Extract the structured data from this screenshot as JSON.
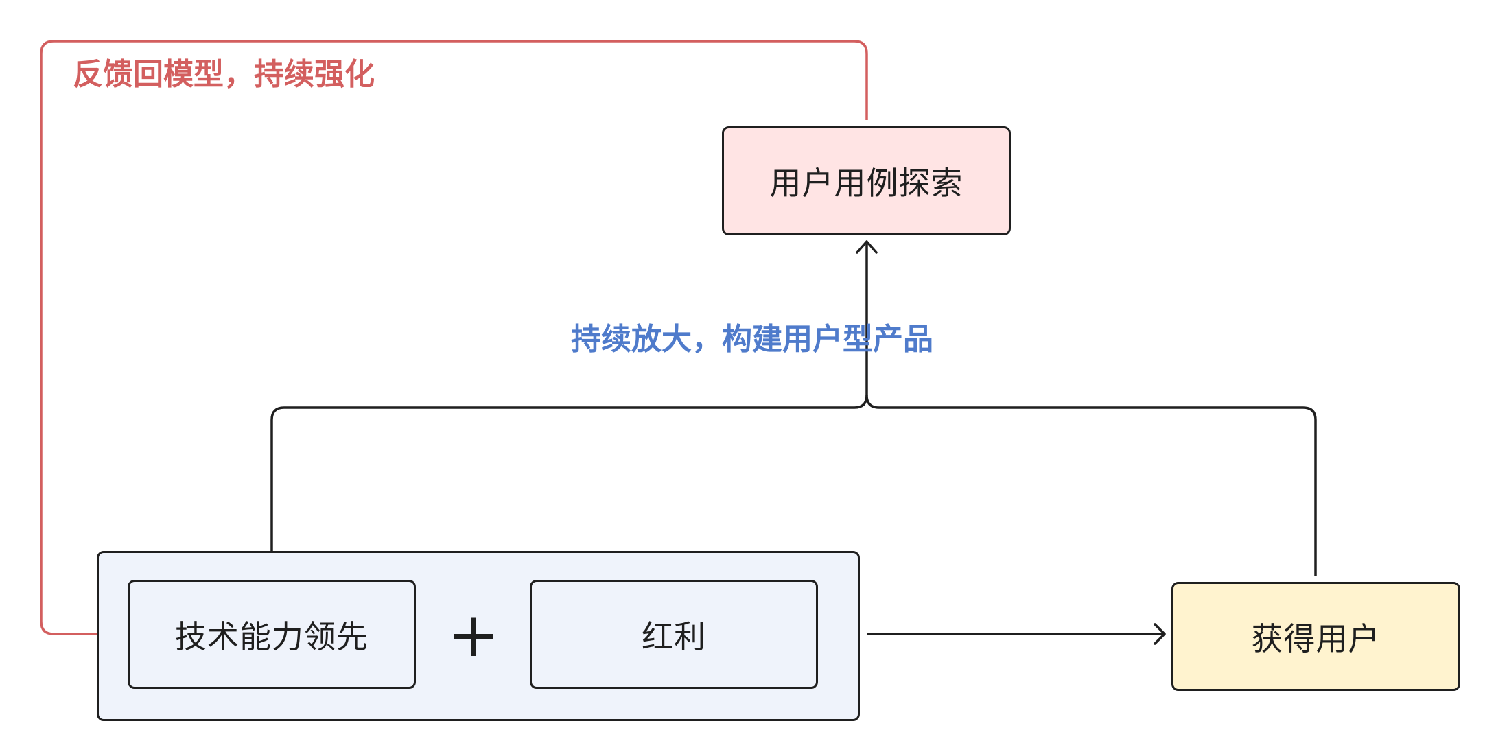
{
  "nodes": {
    "tech": "技术能力领先",
    "bonus": "红利",
    "usecase": "用户用例探索",
    "users": "获得用户"
  },
  "operator": "+",
  "labels": {
    "feedback": "反馈回模型，持续强化",
    "amplify": "持续放大，构建用户型产品"
  },
  "colors": {
    "feedback_line": "#d35f5f",
    "amplify_text": "#4f7bcb",
    "group_fill": "#eff3fb",
    "usecase_fill": "#ffe4e4",
    "users_fill": "#fff3cf",
    "stroke": "#1f1f1f"
  }
}
